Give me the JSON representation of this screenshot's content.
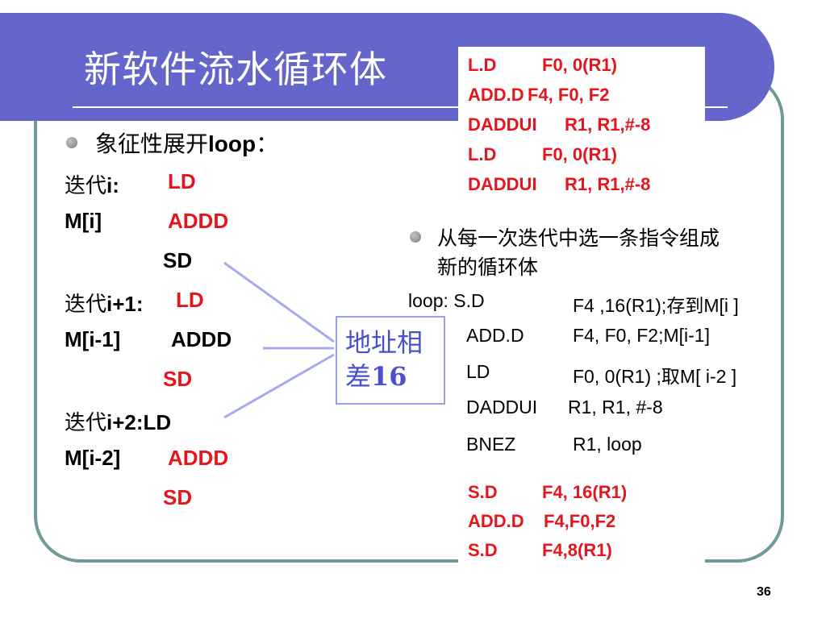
{
  "slide": {
    "title": "新软件流水循环体",
    "page_number": "36"
  },
  "top_code": [
    {
      "op": "L.D",
      "args": "F0, 0(R1)"
    },
    {
      "op": "ADD.D",
      "args": "F4, F0, F2"
    },
    {
      "op": "DADDUI",
      "args": "R1, R1,#-8"
    },
    {
      "op": "L.D",
      "args": "F0, 0(R1)"
    },
    {
      "op": "DADDUI",
      "args": "R1, R1,#-8"
    }
  ],
  "left": {
    "bullet": {
      "cjk": "象征性展开",
      "latin": "loop",
      "suffix": "："
    },
    "rows": [
      {
        "prefix_cjk": "迭代",
        "prefix": "i:",
        "instr": "LD",
        "instr_red": true
      },
      {
        "prefix": "M[i]",
        "instr": "ADDD",
        "instr_red": true
      },
      {
        "instr": "SD",
        "instr_red": false
      },
      {
        "prefix_cjk": "迭代",
        "prefix": "i+1:",
        "instr": "LD",
        "instr_red": true
      },
      {
        "prefix": "M[i-1]",
        "instr": "ADDD",
        "instr_red": false
      },
      {
        "instr": "SD",
        "instr_red": true
      },
      {
        "prefix_cjk": "迭代",
        "prefix": "i+2:",
        "instr": "LD",
        "instr_red": false
      },
      {
        "prefix": "M[i-2]",
        "instr": "ADDD",
        "instr_red": true
      },
      {
        "instr": "SD",
        "instr_red": true
      }
    ]
  },
  "addr_box": {
    "line1": "地址相",
    "line2_cjk": "差",
    "line2_num": "16"
  },
  "right": {
    "bullet_line1": "从每一次迭代中选一条指令组成",
    "bullet_line2": "新的循环体",
    "loop": [
      {
        "op": "loop: S.D",
        "args": "F4 ,16(R1);",
        "cjk": "存到",
        "tail": "M[i ]"
      },
      {
        "op": "ADD.D",
        "args": "F4, F0, F2;M[i-1]"
      },
      {
        "op": "LD",
        "args": "F0, 0(R1) ;",
        "cjk": "取",
        "tail": "M[ i-2 ]"
      },
      {
        "op": "DADDUI",
        "args": "R1, R1, #-8"
      },
      {
        "op": "BNEZ",
        "args": "R1, loop"
      }
    ]
  },
  "bottom_code": [
    {
      "op": "S.D",
      "args": "F4, 16(R1)"
    },
    {
      "op": "ADD.D",
      "args": "F4,F0,F2"
    },
    {
      "op": "S.D",
      "args": "F4,8(R1)"
    }
  ],
  "colors": {
    "title_bar": "#6466cc",
    "frame": "#6f9a97",
    "red": "#e8141c",
    "addr_text": "#4a4fd0"
  }
}
